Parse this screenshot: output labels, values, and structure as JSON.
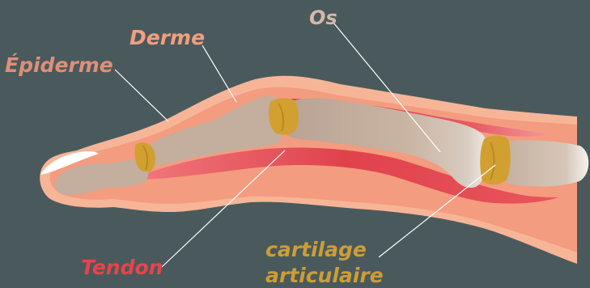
{
  "labels": {
    "os": "Os",
    "derme": "Derme",
    "epiderme": "Épiderme",
    "tendon": "Tendon",
    "cartilage_line1": "cartilage",
    "cartilage_line2": "articulaire"
  },
  "colors": {
    "background": "#4a5a5c",
    "epidermis": "#f7b597",
    "dermis": "#f59c7e",
    "bone": "#c4ae9d",
    "tendon": "#e0424c",
    "cartilage": "#d1a030",
    "nail": "#ffffff",
    "label_os": "#d7b7a8",
    "label_derme": "#f19f7e",
    "label_epiderme": "#e08f78",
    "label_tendon": "#e8434b",
    "label_cartilage": "#cd9d35",
    "leader": "#ffffff"
  }
}
